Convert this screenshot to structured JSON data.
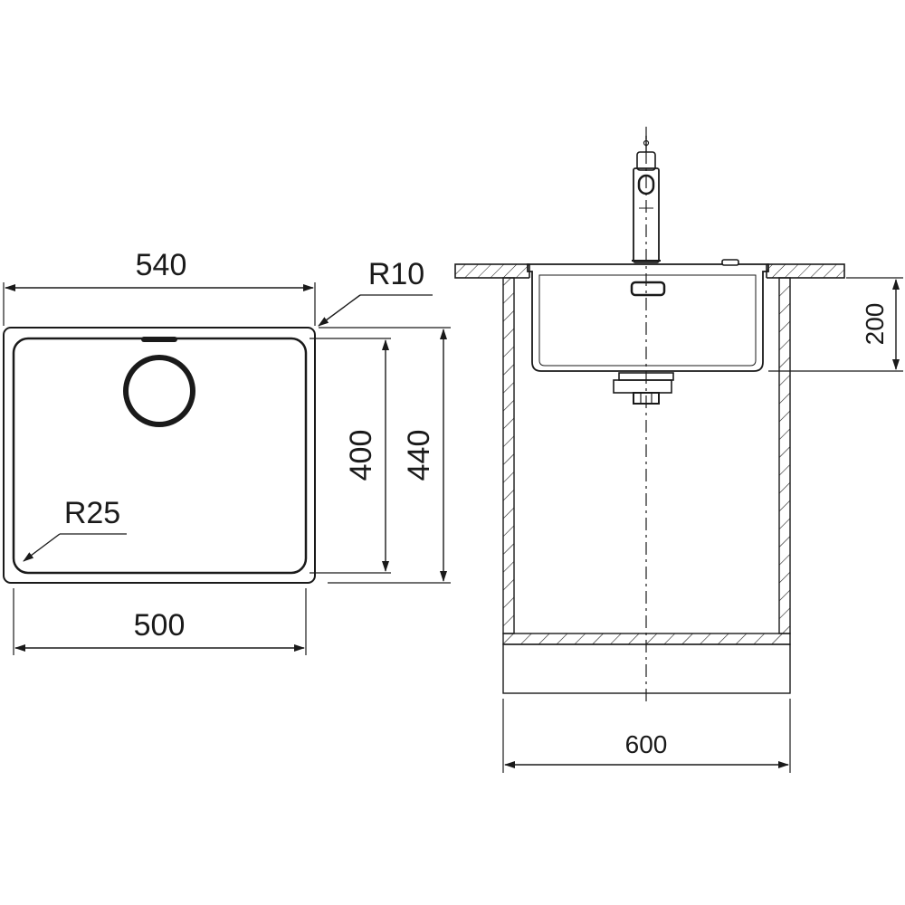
{
  "diagram": {
    "top_view": {
      "overall_width_label": "540",
      "corner_radius_outer_label": "R10",
      "bowl_depth_label": "400",
      "overall_depth_label": "440",
      "corner_radius_inner_label": "R25",
      "bowl_width_label": "500"
    },
    "side_view": {
      "bowl_height_label": "200",
      "cabinet_width_label": "600"
    },
    "colors": {
      "line": "#1a1a1a",
      "background": "#ffffff"
    }
  }
}
